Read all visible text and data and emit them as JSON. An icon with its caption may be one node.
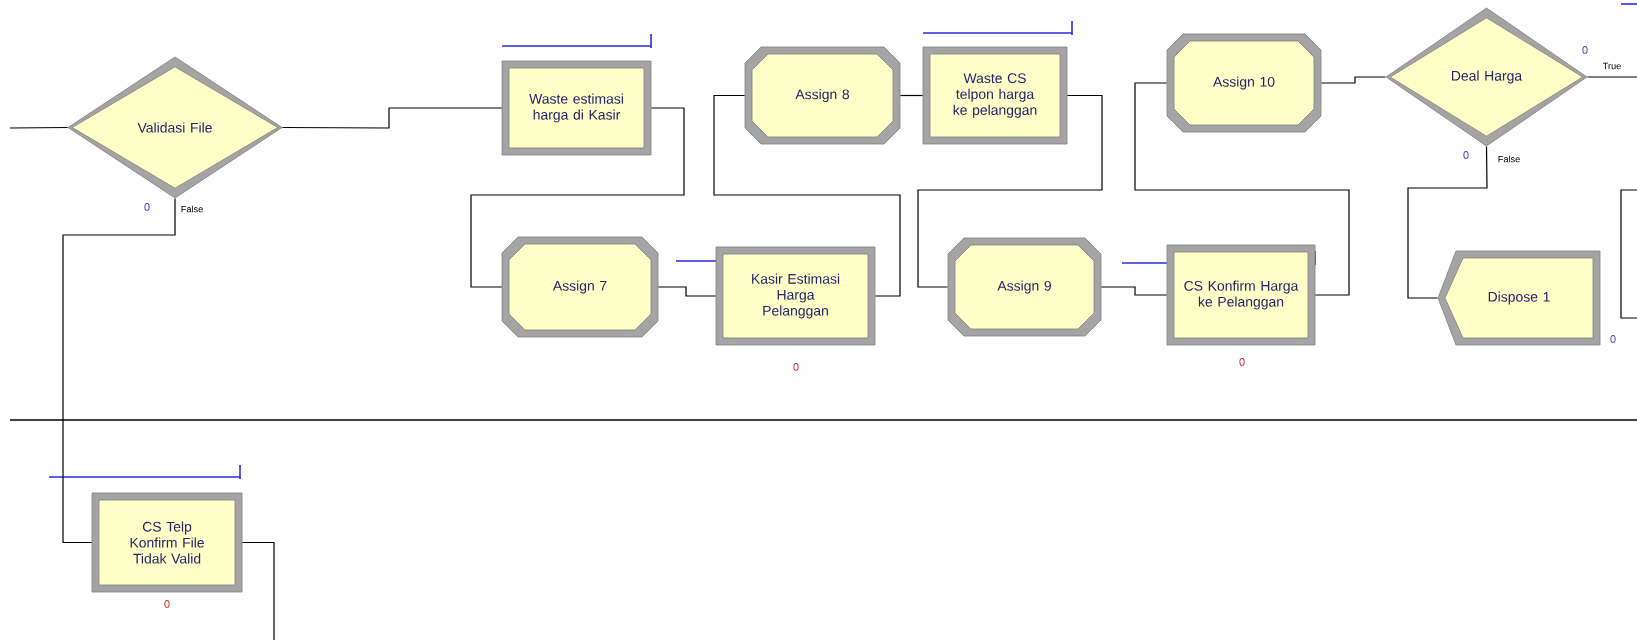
{
  "diagram": {
    "nodes": [
      {
        "text": [
          "Validasi File"
        ],
        "beside": [
          "0",
          "False"
        ]
      },
      {
        "text": [
          "Waste estimasi harga di Kasir"
        ]
      },
      {
        "text": [
          "Assign 7"
        ]
      },
      {
        "text": [
          "Kasir Estimasi Harga Pelanggan"
        ],
        "beside": [
          "0"
        ]
      },
      {
        "text": [
          "Assign 8"
        ]
      },
      {
        "text": [
          "Waste CS telpon harga ke pelanggan"
        ]
      },
      {
        "text": [
          "Assign 9"
        ]
      },
      {
        "text": [
          "CS Konfirm Harga ke Pelanggan"
        ],
        "beside": [
          "0"
        ]
      },
      {
        "text": [
          "Assign 10"
        ]
      },
      {
        "text": [
          "Deal Harga"
        ],
        "beside": [
          "0",
          "True",
          "0",
          "False"
        ]
      },
      {
        "text": [
          "Dispose 1"
        ],
        "beside": [
          "0"
        ]
      },
      {
        "text": [
          "CS Telp Konfirm File Tidak Valid"
        ],
        "beside": [
          "0"
        ]
      }
    ],
    "edges": [
      {
        "from": null,
        "to": 0,
        "arrow": "none"
      },
      {
        "from": 0,
        "to": 1,
        "arrow": "none"
      },
      {
        "from": 0,
        "to": 11,
        "arrow": "none"
      },
      {
        "from": 1,
        "to": 2,
        "arrow": "none"
      },
      {
        "from": 2,
        "to": 3,
        "arrow": "none"
      },
      {
        "from": 3,
        "to": 4,
        "arrow": "none"
      },
      {
        "from": 4,
        "to": 5,
        "arrow": "none"
      },
      {
        "from": 5,
        "to": 6,
        "arrow": "none"
      },
      {
        "from": 6,
        "to": 7,
        "arrow": "none"
      },
      {
        "from": 7,
        "to": 8,
        "arrow": "none"
      },
      {
        "from": 8,
        "to": 9,
        "arrow": "none"
      },
      {
        "from": 9,
        "to": 10,
        "arrow": "none"
      },
      {
        "from": 9,
        "to": null,
        "arrow": "none"
      },
      {
        "from": 11,
        "to": null,
        "arrow": "none"
      }
    ]
  }
}
